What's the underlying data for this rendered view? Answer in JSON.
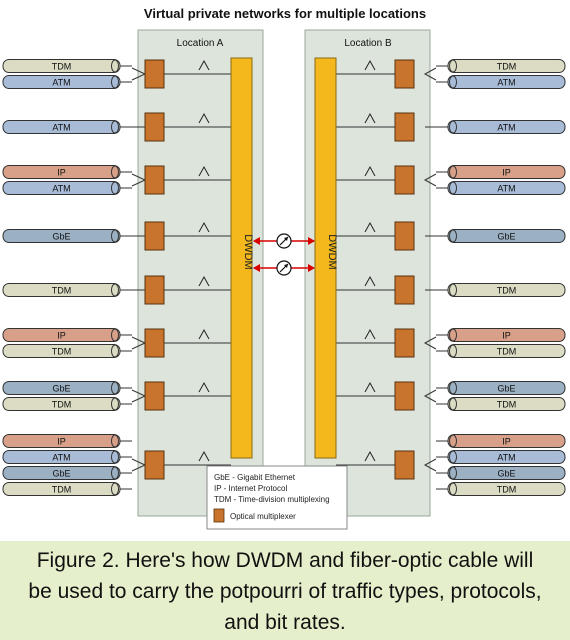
{
  "title": "Virtual private networks for multiple locations",
  "locations": [
    {
      "label": "Location A"
    },
    {
      "label": "Location B"
    }
  ],
  "dwdm_label": "DWDM",
  "groups": [
    {
      "channels": [
        "TDM",
        "ATM"
      ]
    },
    {
      "channels": [
        "ATM"
      ]
    },
    {
      "channels": [
        "IP",
        "ATM"
      ]
    },
    {
      "channels": [
        "GbE"
      ]
    },
    {
      "channels": [
        "TDM"
      ]
    },
    {
      "channels": [
        "IP",
        "TDM"
      ]
    },
    {
      "channels": [
        "GbE",
        "TDM"
      ]
    },
    {
      "channels": [
        "IP",
        "ATM",
        "GbE",
        "TDM"
      ]
    }
  ],
  "legend": {
    "items": [
      "GbE - Gigabit Ethernet",
      "IP - Internet Protocol",
      "TDM - Time-division multiplexing"
    ],
    "mux_label": "Optical multiplexer"
  },
  "colors": {
    "TDM": "#dcdcc4",
    "ATM": "#a8bcd8",
    "IP": "#d8a088",
    "GbE": "#9cb0c4",
    "location_bg": "#dce4dc",
    "mux": "#c8742c",
    "dwdm": "#f4b81c",
    "link": "#d80000",
    "caption_bg": "#e6efcb"
  },
  "caption": {
    "line1": "Figure 2. Here's how DWDM and fiber-optic cable will",
    "line2": "be used to carry the potpourri of traffic types, protocols,",
    "line3": "and bit rates."
  }
}
